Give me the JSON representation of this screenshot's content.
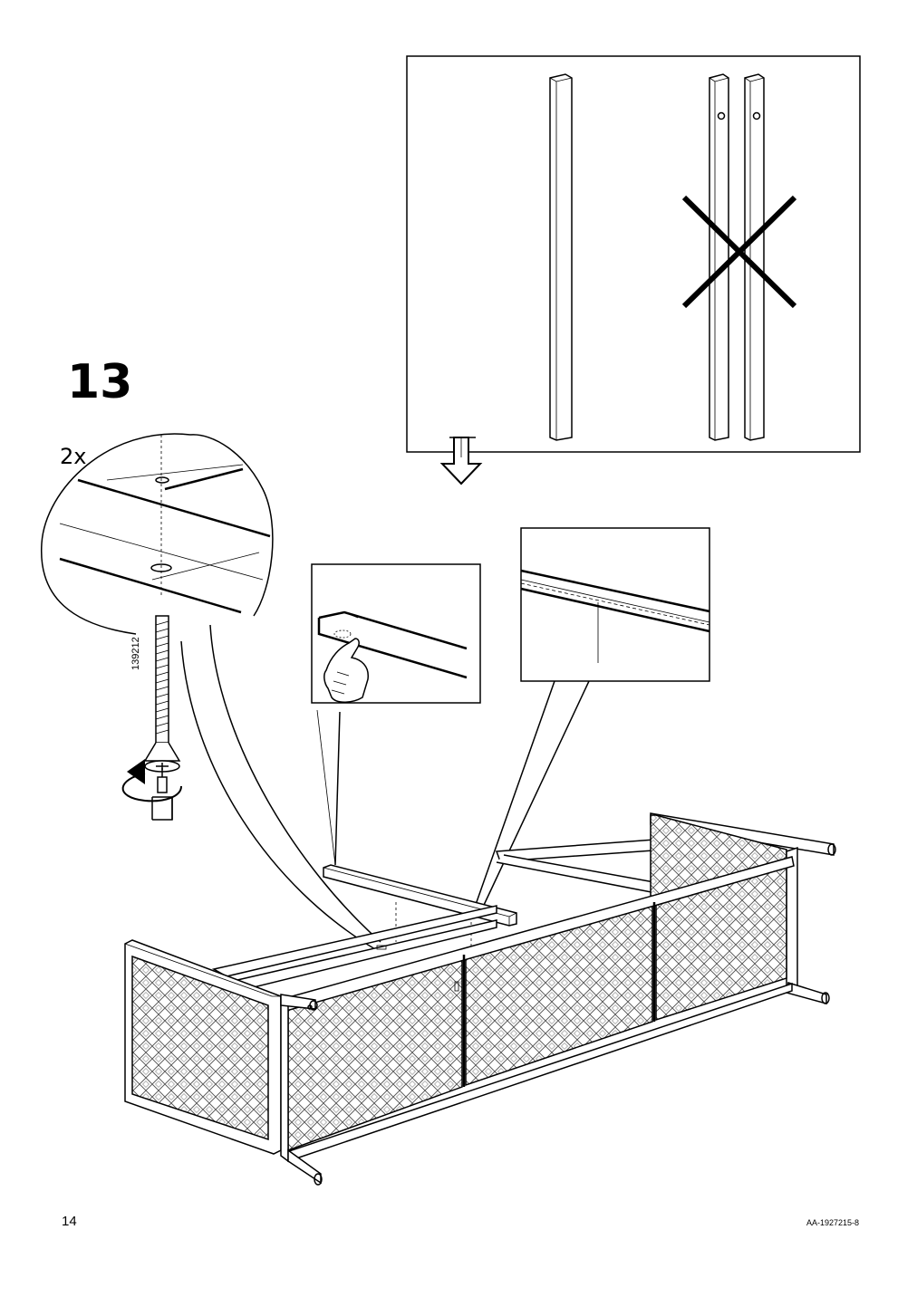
{
  "step": {
    "number": "13",
    "quantity": "2x"
  },
  "part": {
    "id": "139212"
  },
  "footer": {
    "page_number": "14",
    "doc_code": "AA-1927215-8"
  },
  "icons": {
    "screw": "screw-icon",
    "screwdriver": "screwdriver-bit-icon",
    "rotate": "rotate-clockwise-icon",
    "arrow_down": "arrow-down-icon",
    "cross": "cross-mark-icon",
    "hand": "hand-pointing-icon"
  }
}
